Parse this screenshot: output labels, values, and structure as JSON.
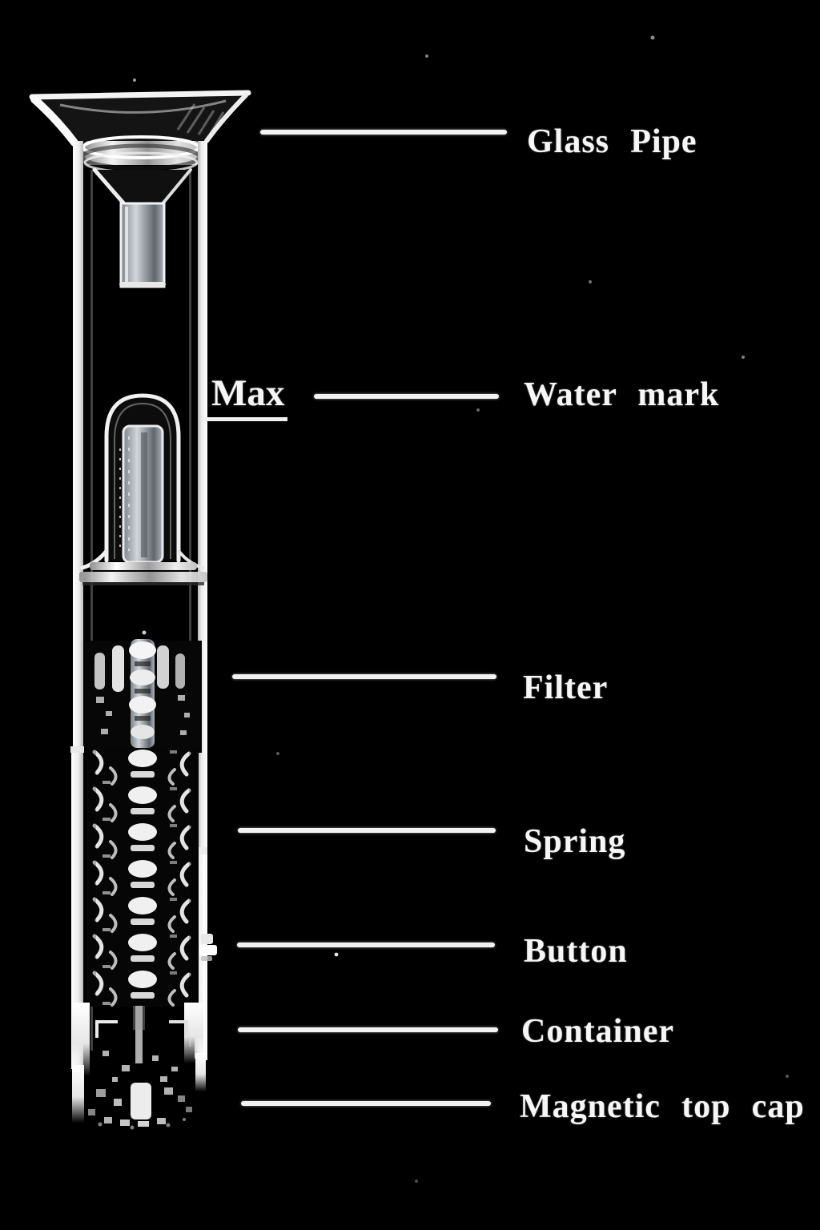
{
  "page": {
    "background_color": "#000000",
    "label_color": "#f5f5f5"
  },
  "diagram": {
    "type": "labeled-parts-diagram",
    "marker": {
      "text": "Max"
    },
    "parts": [
      {
        "id": "glass-pipe",
        "label": "Glass Pipe"
      },
      {
        "id": "water-mark",
        "label": "Water mark"
      },
      {
        "id": "filter",
        "label": "Filter"
      },
      {
        "id": "spring",
        "label": "Spring"
      },
      {
        "id": "button",
        "label": "Button"
      },
      {
        "id": "container",
        "label": "Container"
      },
      {
        "id": "magnetic-top-cap",
        "label": "Magnetic top cap"
      }
    ]
  }
}
